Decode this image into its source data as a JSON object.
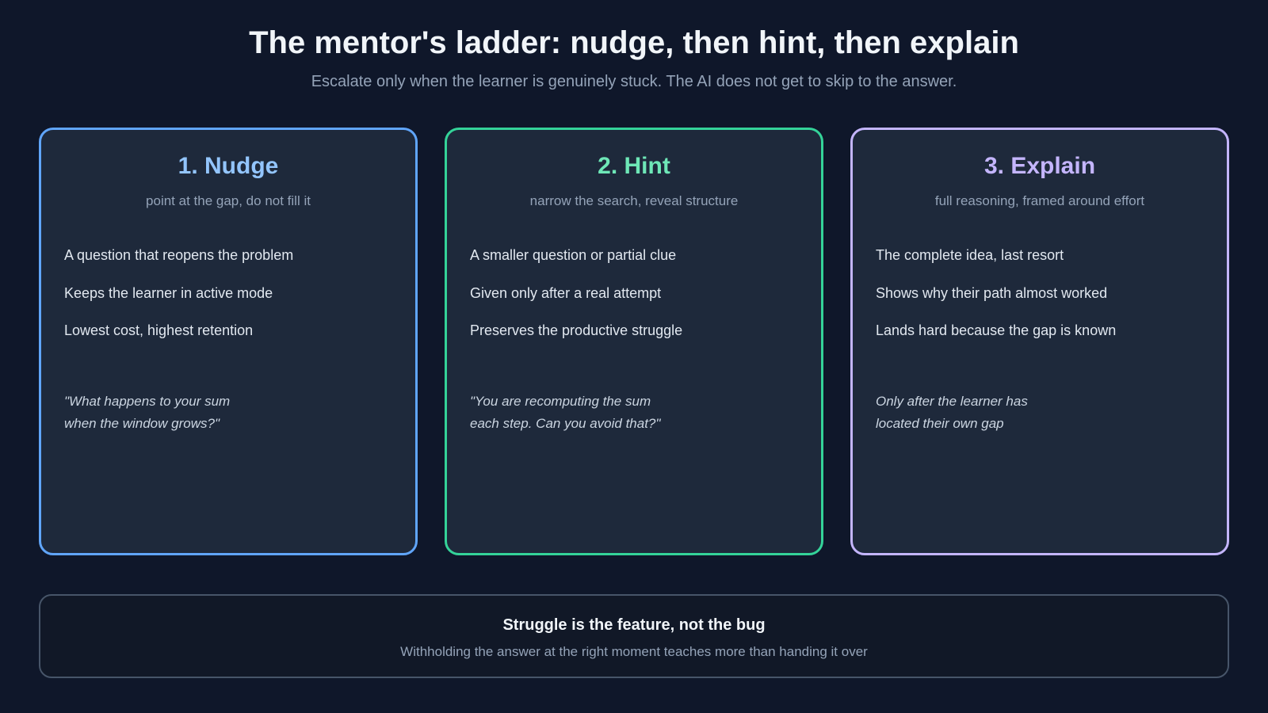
{
  "header": {
    "title": "The mentor's ladder: nudge, then hint, then explain",
    "subtitle": "Escalate only when the learner is genuinely stuck. The AI does not get to skip to the answer."
  },
  "cards": [
    {
      "title": "1. Nudge",
      "subtitle": "point at the gap, do not fill it",
      "points": [
        "A question that reopens the problem",
        "Keeps the learner in active mode",
        "Lowest cost, highest retention"
      ],
      "quote_lines": [
        "\"What happens to your sum",
        "when the window grows?\""
      ],
      "color": "#60a5fa",
      "title_color": "#93c5fd"
    },
    {
      "title": "2. Hint",
      "subtitle": "narrow the search, reveal structure",
      "points": [
        "A smaller question or partial clue",
        "Given only after a real attempt",
        "Preserves the productive struggle"
      ],
      "quote_lines": [
        "\"You are recomputing the sum",
        "each step. Can you avoid that?\""
      ],
      "color": "#34d399",
      "title_color": "#6ee7b7"
    },
    {
      "title": "3. Explain",
      "subtitle": "full reasoning, framed around effort",
      "points": [
        "The complete idea, last resort",
        "Shows why their path almost worked",
        "Lands hard because the gap is known"
      ],
      "quote_lines": [
        "Only after the learner has",
        "located their own gap"
      ],
      "color": "#c4b5fd",
      "title_color": "#c4b5fd"
    }
  ],
  "footer": {
    "title": "Struggle is the feature, not the bug",
    "subtitle": "Withholding the answer at the right moment teaches more than handing it over"
  }
}
